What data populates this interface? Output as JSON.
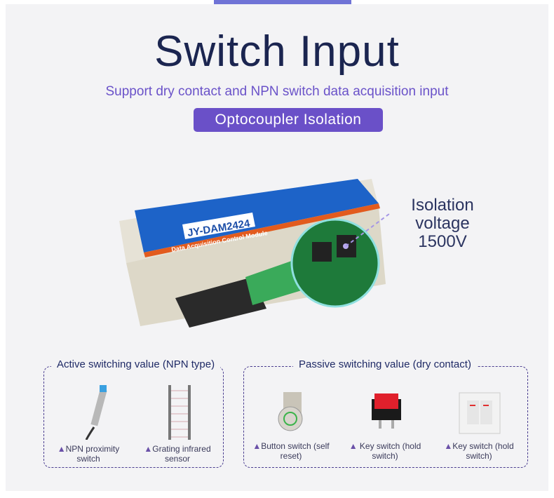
{
  "header": {
    "title": "Switch Input",
    "subtitle": "Support dry contact and NPN switch data acquisition input",
    "badge": "Optocoupler  Isolation"
  },
  "product": {
    "model": "JY-DAM2424",
    "description": "Data Acquisition Control Module",
    "isolation_line1": "Isolation",
    "isolation_line2": "voltage 1500V"
  },
  "active": {
    "title": "Active switching value (NPN type)",
    "items": [
      {
        "label": "NPN proximity switch"
      },
      {
        "label": "Grating infrared sensor"
      }
    ]
  },
  "passive": {
    "title": "Passive switching value (dry contact)",
    "items": [
      {
        "label": "Button switch (self reset)"
      },
      {
        "label": "Key switch (hold switch)"
      },
      {
        "label": "Key switch (hold switch)"
      }
    ]
  },
  "colors": {
    "accent": "#6a50c8",
    "title": "#1b2550",
    "module_blue": "#1d63c8"
  },
  "triangle": "▲"
}
